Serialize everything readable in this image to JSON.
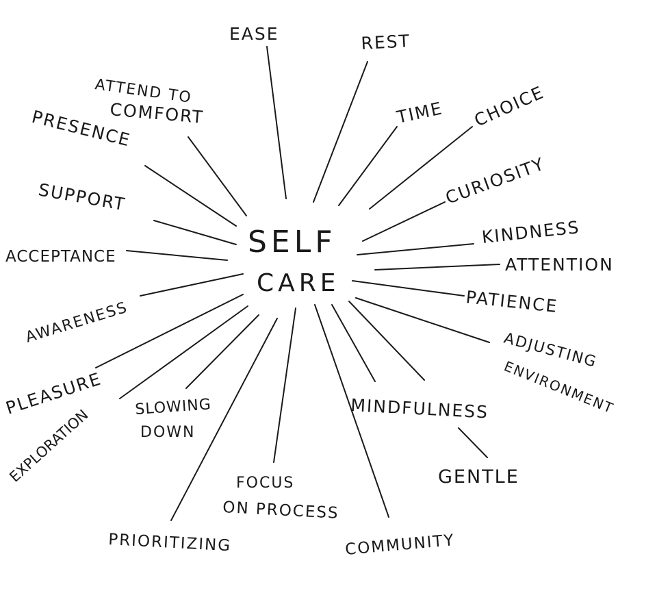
{
  "center": {
    "line1": "SELF",
    "line2": "CARE"
  },
  "labels": {
    "ease": "EASE",
    "rest": "REST",
    "attend_1": "ATTEND TO",
    "attend_2": "COMFORT",
    "presence": "PRESENCE",
    "time": "TIME",
    "choice": "CHOICE",
    "curiosity": "CURIOSITY",
    "support": "SUPPORT",
    "kindness": "KINDNESS",
    "acceptance": "ACCEPTANCE",
    "attention": "ATTENTION",
    "awareness": "AWARENESS",
    "patience": "PATIENCE",
    "adjusting_1": "ADJUSTING",
    "adjusting_2": "ENVIRONMENT",
    "pleasure": "PLEASURE",
    "exploration": "EXPLORATION",
    "slowing_1": "SLOWING",
    "slowing_2": "DOWN",
    "prioritizing": "PRIORITIZING",
    "focus_1": "FOCUS",
    "focus_2": "ON PROCESS",
    "community": "COMMUNITY",
    "mindfulness": "MINDFULNESS",
    "gentle": "GENTLE"
  }
}
